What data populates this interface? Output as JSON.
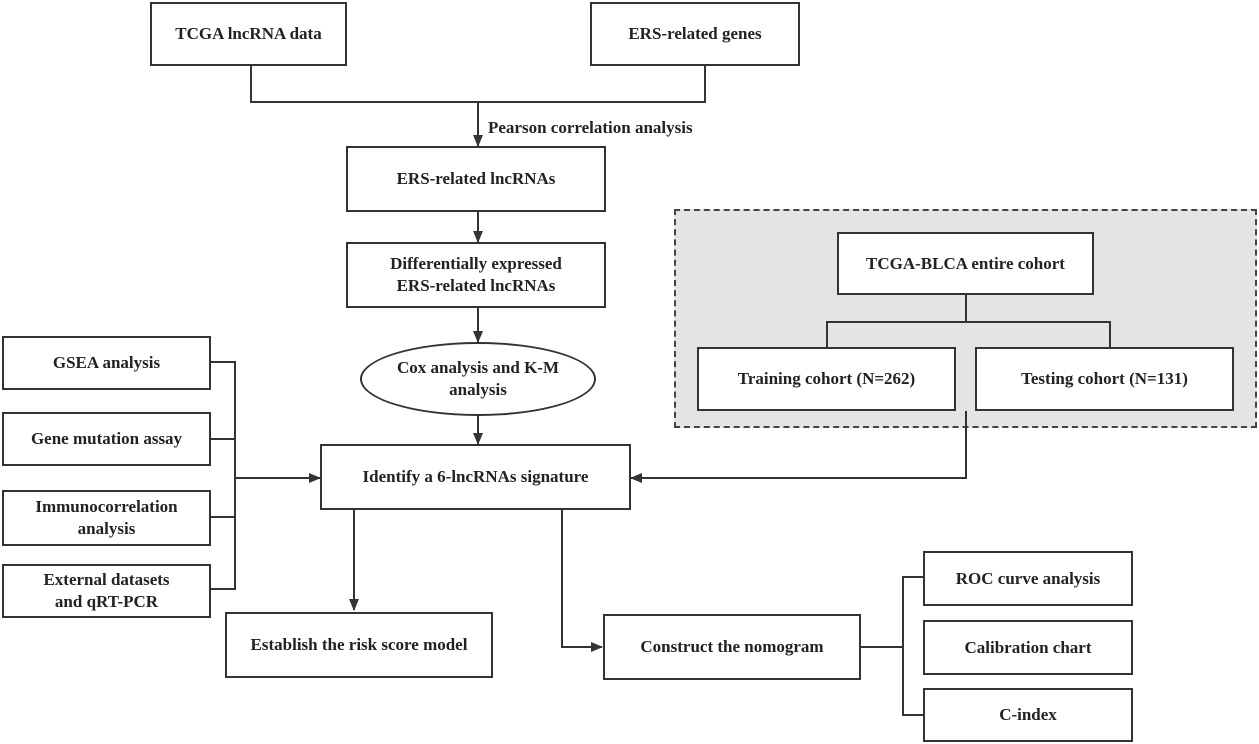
{
  "nodes": {
    "tcga_lncrna": "TCGA lncRNA data",
    "ers_genes": "ERS-related genes",
    "ers_lncrnas": "ERS-related lncRNAs",
    "diff_line1": "Differentially expressed",
    "diff_line2": "ERS-related lncRNAs",
    "cox_line1": "Cox analysis and K-M",
    "cox_line2": "analysis",
    "signature": "Identify a 6-lncRNAs signature",
    "risk_model": "Establish the risk score model",
    "nomogram": "Construct the nomogram",
    "gsea": "GSEA analysis",
    "mutation": "Gene mutation assay",
    "immuno_line1": "Immunocorrelation",
    "immuno_line2": "analysis",
    "external_line1": "External datasets",
    "external_line2": "and qRT-PCR",
    "tcga_blca": "TCGA-BLCA entire cohort",
    "training": "Training cohort (N=262)",
    "testing": "Testing cohort (N=131)",
    "roc": "ROC curve analysis",
    "calibration": "Calibration chart",
    "cindex": "C-index"
  },
  "edge_labels": {
    "pearson": "Pearson correlation analysis"
  },
  "colors": {
    "stroke": "#333333",
    "panel_fill": "#e4e4e4",
    "text": "#222222"
  }
}
